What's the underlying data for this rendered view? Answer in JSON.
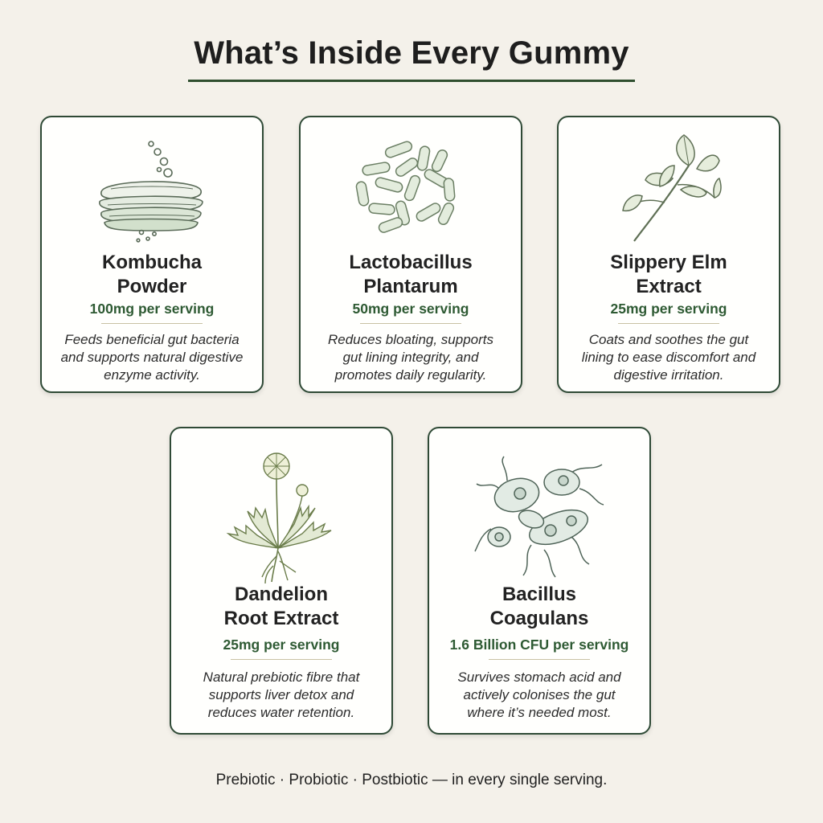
{
  "header": {
    "title": "What’s Inside Every Gummy"
  },
  "colors": {
    "background": "#f4f1ea",
    "card_border": "#2f4a36",
    "dose_green": "#2e5a33",
    "illustration_green": "#5f7f4f"
  },
  "ingredients": [
    {
      "name": "Kombucha Powder",
      "name_line1": "Kombucha",
      "name_line2": "Powder",
      "dose": "100mg per serving",
      "desc_line1": "Feeds beneficial gut bacteria",
      "desc_line2": "and supports natural digestive",
      "desc_line3": "enzyme activity.",
      "icon": "kombucha-scoby-icon"
    },
    {
      "name": "Lactobacillus Plantarum",
      "name_line1": "Lactobacillus",
      "name_line2": "Plantarum",
      "dose": "50mg per serving",
      "desc_line1": "Reduces bloating, supports",
      "desc_line2": "gut lining integrity, and",
      "desc_line3": "promotes daily regularity.",
      "icon": "bacteria-rods-icon"
    },
    {
      "name": "Slippery Elm Extract",
      "name_line1": "Slippery Elm",
      "name_line2": "Extract",
      "dose": "25mg per serving",
      "desc_line1": "Coats and soothes the gut",
      "desc_line2": "lining to ease discomfort and",
      "desc_line3": "digestive irritation.",
      "icon": "elm-leaf-branch-icon"
    },
    {
      "name": "Dandelion Root Extract",
      "name_line1": "Dandelion",
      "name_line2": "Root Extract",
      "dose": "25mg per serving",
      "desc_line1": "Natural prebiotic fibre that",
      "desc_line2": "supports liver detox and",
      "desc_line3": "reduces water retention.",
      "icon": "dandelion-plant-icon"
    },
    {
      "name": "Bacillus Coagulans",
      "name_line1": "Bacillus",
      "name_line2": "Coagulans",
      "dose": "1.6 Billion CFU per serving",
      "desc_line1": "Survives stomach acid and",
      "desc_line2": "actively colonises the gut",
      "desc_line3": "where it’s needed most.",
      "icon": "bacillus-cells-icon"
    }
  ],
  "footer": {
    "tagline": "Prebiotic · Probiotic · Postbiotic — in every single serving."
  }
}
